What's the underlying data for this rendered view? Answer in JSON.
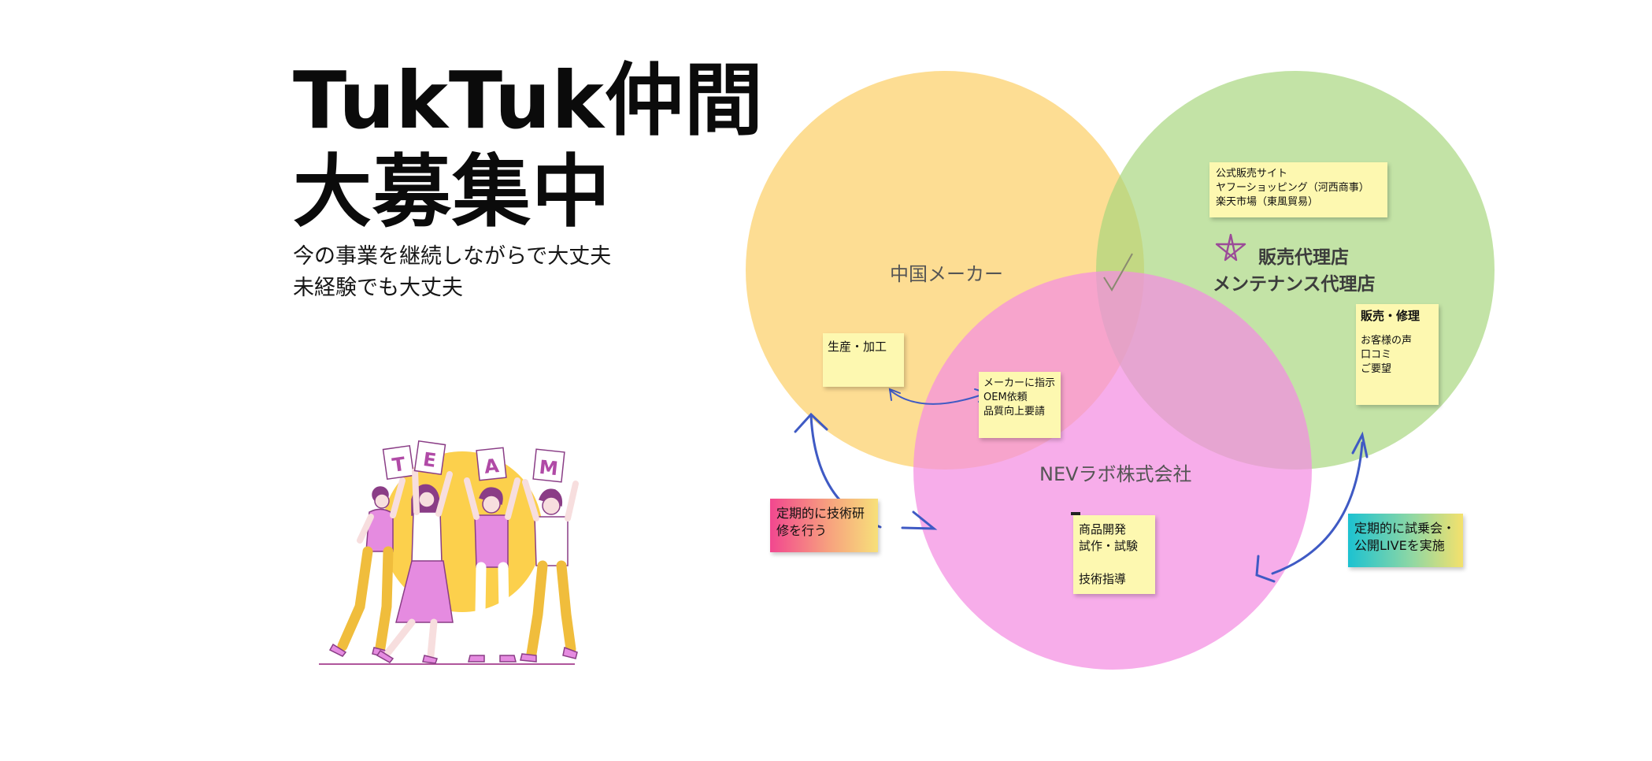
{
  "headline": {
    "line1": "TukTuk仲間",
    "line2": "大募集中"
  },
  "subheadline": {
    "line1": "今の事業を継続しながらで大丈夫",
    "line2": "未経験でも大丈夫"
  },
  "team_illustration": {
    "sign_letters": [
      "T",
      "E",
      "A",
      "M"
    ]
  },
  "venn": {
    "colors": {
      "manufacturer": "#fcd374",
      "dealer": "#a7d67c",
      "nev": "#f48ee2",
      "arrow": "#3f5ac4",
      "note": "#fdf8b0"
    },
    "manufacturer_label": "中国メーカー",
    "dealer_label": {
      "line1": "販売代理店",
      "line2": "メンテナンス代理店"
    },
    "nev_label": "NEVラボ株式会社",
    "notes": {
      "shops": [
        "公式販売サイト",
        "ヤフーショッピング（河西商事）",
        "楽天市場（東風貿易）"
      ],
      "production": "生産・加工",
      "oem": [
        "メーカーに指示",
        "OEM依頼",
        "品質向上要請"
      ],
      "sales_repair": {
        "title": "販売・修理",
        "lines": [
          "お客様の声",
          "口コミ",
          "ご要望"
        ]
      },
      "development": [
        "商品開発",
        "試作・試験",
        "",
        "技術指導"
      ],
      "training": [
        "定期的に技術研",
        "修を行う"
      ],
      "test_ride": [
        "定期的に試乗会・",
        "公開LIVEを実施"
      ]
    }
  }
}
